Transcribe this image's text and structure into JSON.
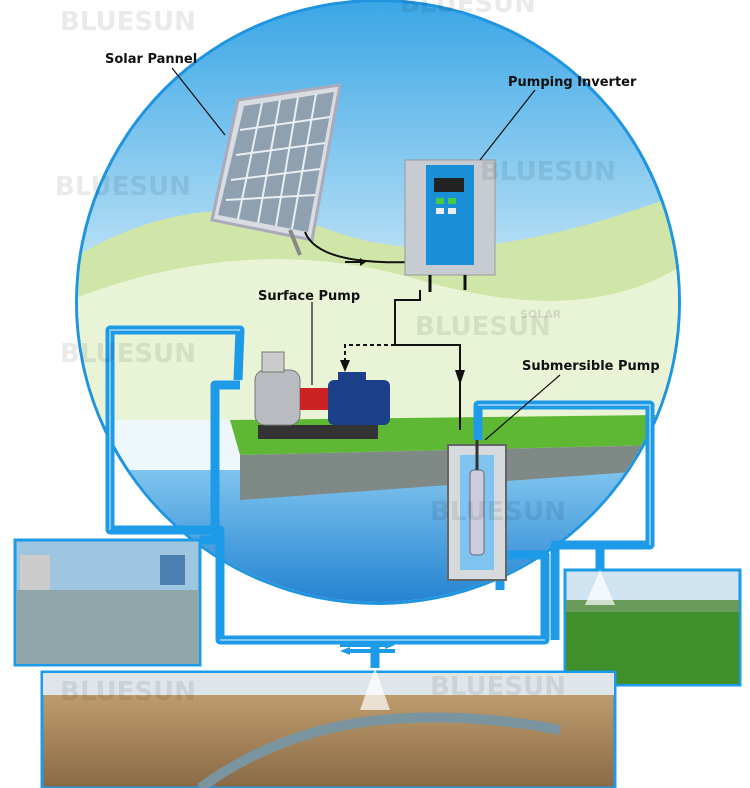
{
  "labels": {
    "solar_panel": "Solar Pannel",
    "inverter": "Pumping Inverter",
    "surface_pump": "Surface Pump",
    "submersible_pump": "Submersible Pump"
  },
  "watermark": {
    "brand": "BLUESUN",
    "sub": "SOLAR"
  },
  "colors": {
    "pipe": "#1e9be8",
    "sky": "#4fb0e8",
    "grass": "#5fb833",
    "water": "#2a8fd8"
  }
}
